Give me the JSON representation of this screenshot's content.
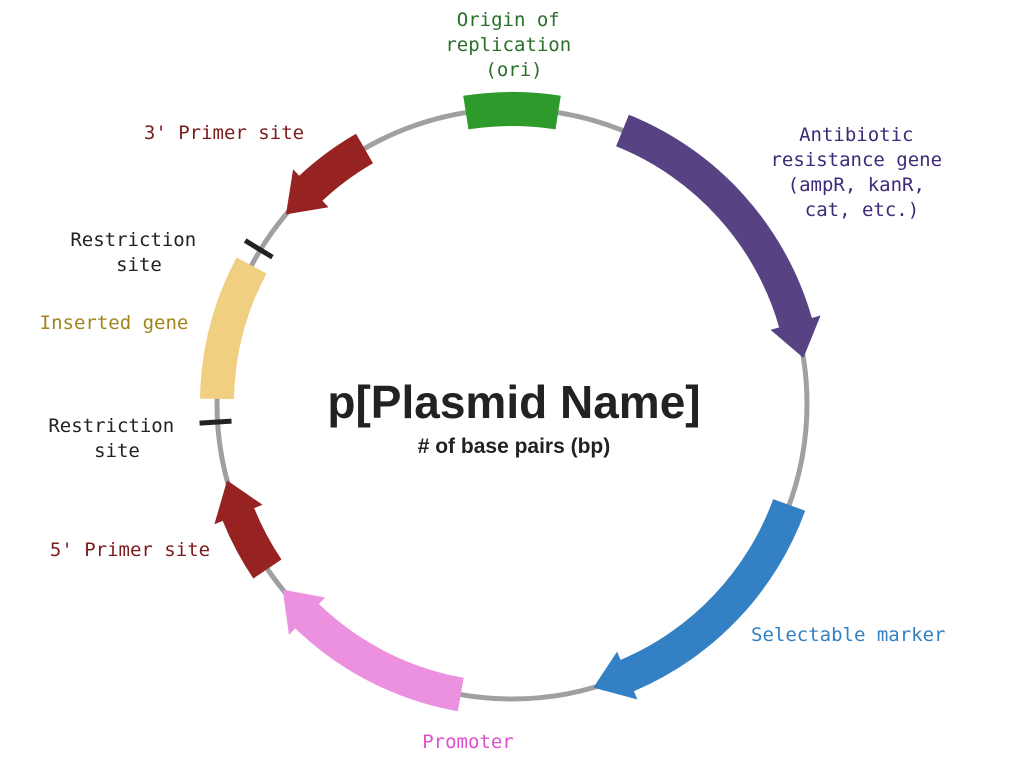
{
  "plasmid": {
    "name": "p[Plasmid Name]",
    "size_label": "# of base pairs (bp)",
    "backbone_color": "#a0a0a0"
  },
  "features": [
    {
      "id": "ori",
      "label_lines": [
        "Origin of",
        "replication",
        "(ori)"
      ],
      "color": "#2e9a2b",
      "label_color": "#2a6e2a",
      "start_deg": -9,
      "end_deg": 9,
      "type": "box"
    },
    {
      "id": "antibiotic",
      "label_lines": [
        "Antibiotic",
        "resistance gene",
        "(ampR, kanR,",
        "cat, etc.)"
      ],
      "color": "#574283",
      "label_color": "#3e2a78",
      "start_deg": 22,
      "end_deg": 81,
      "type": "arrow-cw"
    },
    {
      "id": "selectable",
      "label_lines": [
        "Selectable marker"
      ],
      "color": "#3380c4",
      "label_color": "#3380c4",
      "start_deg": 110,
      "end_deg": 164,
      "type": "arrow-cw"
    },
    {
      "id": "promoter",
      "label_lines": [
        "Promoter"
      ],
      "color": "#eb91df",
      "label_color": "#e04fcf",
      "start_deg": 190,
      "end_deg": 231,
      "type": "arrow-cw"
    },
    {
      "id": "primer5",
      "label_lines": [
        "5' Primer site"
      ],
      "color": "#962322",
      "label_color": "#7a1c1c",
      "start_deg": 236,
      "end_deg": 255,
      "type": "arrow-cw"
    },
    {
      "id": "inserted",
      "label_lines": [
        "Inserted gene"
      ],
      "color": "#f0cf80",
      "label_color": "#a08418",
      "start_deg": 271,
      "end_deg": 298,
      "type": "box"
    },
    {
      "id": "primer3",
      "label_lines": [
        "3' Primer site"
      ],
      "color": "#962322",
      "label_color": "#7a1c1c",
      "start_deg": 310,
      "end_deg": 330,
      "type": "arrow-ccw"
    }
  ],
  "restriction_sites": [
    {
      "id": "rs1",
      "label_lines": [
        "Restriction",
        "site"
      ],
      "deg": 301.5,
      "color": "#222222"
    },
    {
      "id": "rs2",
      "label_lines": [
        "Restriction",
        "site"
      ],
      "deg": 266.5,
      "color": "#222222"
    }
  ]
}
